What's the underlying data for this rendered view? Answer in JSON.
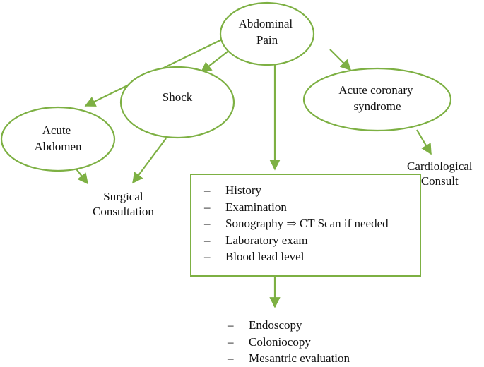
{
  "nodes": {
    "abdominal_pain": [
      "Abdominal",
      "Pain"
    ],
    "shock": [
      "Shock"
    ],
    "acute_abdomen": [
      "Acute",
      "Abdomen"
    ],
    "acute_coronary": [
      "Acute coronary",
      "syndrome"
    ]
  },
  "labels": {
    "surgical": [
      "Surgical",
      "Consultation"
    ],
    "cardio": [
      "Cardiological",
      "Consult"
    ]
  },
  "workup_box": {
    "items": [
      "History",
      "Examination",
      "Sonography ⇒ CT Scan if needed",
      "Laboratory exam",
      "Blood lead level"
    ]
  },
  "followup": {
    "items": [
      "Endoscopy",
      "Coloniocopy",
      "Mesantric evaluation"
    ]
  },
  "list_marker": "–",
  "colors": {
    "accent": "#7db043",
    "text": "#111111"
  }
}
